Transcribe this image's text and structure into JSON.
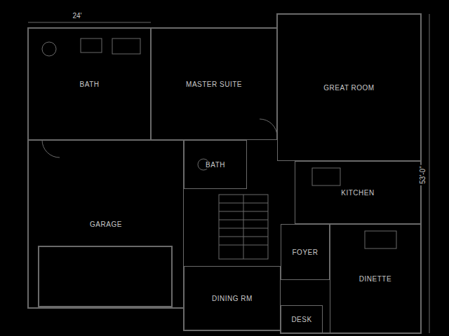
{
  "diagram": {
    "nodes": [
      {
        "text": [
          "BATH"
        ]
      },
      {
        "text": [
          "MASTER SUITE"
        ]
      },
      {
        "text": [
          "GREAT ROOM"
        ]
      },
      {
        "text": [
          "BATH"
        ]
      },
      {
        "text": [
          "GARAGE"
        ]
      },
      {
        "text": [
          "KITCHEN"
        ]
      },
      {
        "text": [
          "FOYER"
        ]
      },
      {
        "text": [
          "DINETTE"
        ]
      },
      {
        "text": [
          "DINING RM"
        ]
      },
      {
        "text": [
          "DESK"
        ]
      }
    ],
    "labels": [
      "24'",
      "53'-0\""
    ]
  }
}
